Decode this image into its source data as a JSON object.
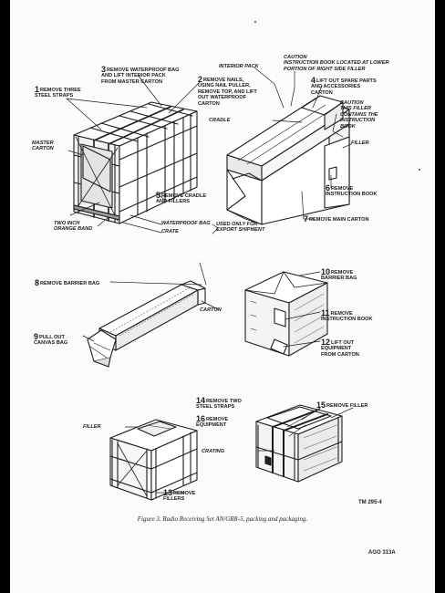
{
  "labels": {
    "step1": {
      "num": "1",
      "text": "REMOVE THREE\nSTEEL STRAPS"
    },
    "step2": {
      "num": "2",
      "text": "REMOVE NAILS,\nUSING NAIL PULLER,\nREMOVE TOP, AND LIFT\nOUT WATERPROOF\nCARTON"
    },
    "step3": {
      "num": "3",
      "text": "REMOVE WATERPROOF BAG\nAND LIFT INTERIOR PACK\nFROM MASTER CARTON"
    },
    "step4": {
      "num": "4",
      "text": "LIFT OUT SPARE PARTS\nAND ACCESSORIES\nCARTON"
    },
    "step5": {
      "num": "5",
      "text": "REMOVE CRADLE\nAND FILLERS"
    },
    "step6": {
      "num": "6",
      "text": "REMOVE\nINSTRUCTION BOOK"
    },
    "step7": {
      "num": "7",
      "text": "REMOVE MAIN CARTON"
    },
    "step8": {
      "num": "8",
      "text": "REMOVE BARRIER BAG"
    },
    "step9": {
      "num": "9",
      "text": "PULL OUT\nCANVAS BAG"
    },
    "step10": {
      "num": "10",
      "text": "REMOVE\nBARRIER BAG"
    },
    "step11": {
      "num": "11",
      "text": "REMOVE\nINSTRUCTION BOOK"
    },
    "step12": {
      "num": "12",
      "text": "LIFT OUT\nEQUIPMENT\nFROM CARTON"
    },
    "step13": {
      "num": "13",
      "text": "REMOVE\nFILLERS"
    },
    "step14": {
      "num": "14",
      "text": "REMOVE TWO\nSTEEL STRAPS"
    },
    "step15": {
      "num": "15",
      "text": "REMOVE FILLER"
    },
    "step16": {
      "num": "16",
      "text": "REMOVE\nEQUIPMENT"
    },
    "master_carton": "MASTER\nCARTON",
    "two_inch_band": "TWO INCH\nORANGE BAND",
    "waterproof_bag": "WATERPROOF BAG",
    "crate": "CRATE",
    "used_only_for": "USED ONLY FOR\nEXPORT SHIPMENT",
    "interior_pack": "INTERIOR PACK",
    "caution1": "CAUTION\nINSTRUCTION BOOK LOCATED AT LOWER\nPORTION OF RIGHT SIDE FILLER",
    "caution2": "CAUTION\nTHIS FILLER\nCONTAINS THE\nINSTRUCTION\nBOOK",
    "cradle": "CRADLE",
    "filler_right": "FILLER",
    "carton": "CARTON",
    "filler_bottom": "FILLER",
    "crating": "CRATING"
  },
  "caption": "Figure 3.  Radio Receiving Set AN/GRR-5, packing and packaging.",
  "tm_code": "TM 295-4",
  "ago_code": "AGO 313A"
}
